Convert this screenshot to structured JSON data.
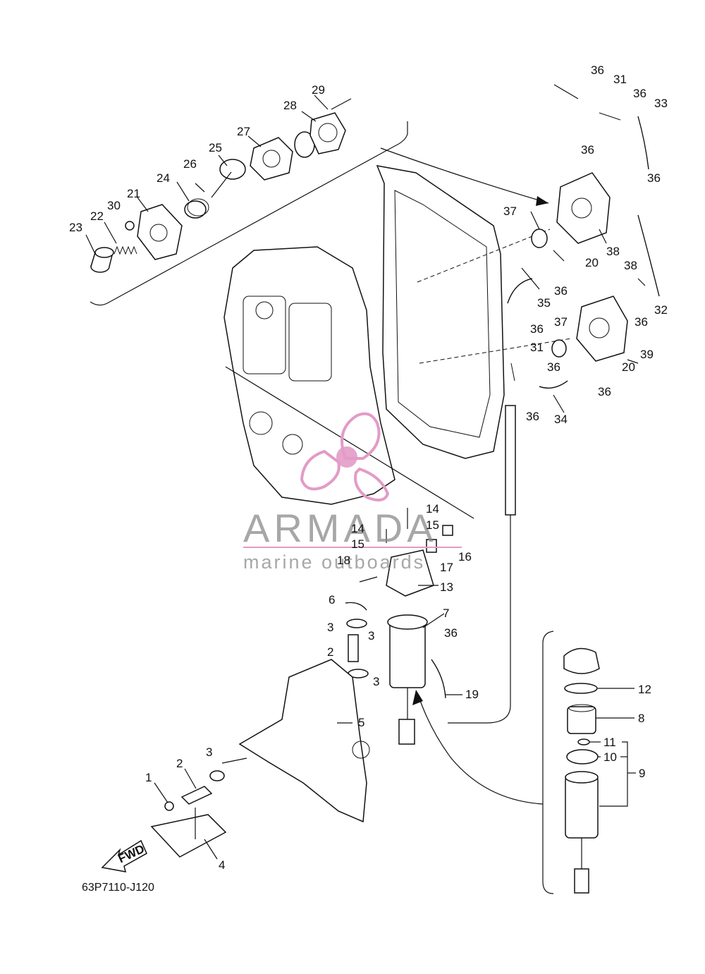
{
  "diagram": {
    "code": "63P7110-J120",
    "fwd_label": "FWD"
  },
  "watermark": {
    "brand": "ARMADA",
    "tagline": "marine outboards",
    "accent_color": "#e39bc6",
    "text_color": "#8a8a8a"
  },
  "callouts": {
    "c1": "1",
    "c2a": "2",
    "c2b": "2",
    "c3a": "3",
    "c3b": "3",
    "c3c": "3",
    "c3d": "3",
    "c4": "4",
    "c5": "5",
    "c6": "6",
    "c7": "7",
    "c8": "8",
    "c9": "9",
    "c10": "10",
    "c11": "11",
    "c12": "12",
    "c13": "13",
    "c14a": "14",
    "c14b": "14",
    "c15a": "15",
    "c15b": "15",
    "c16": "16",
    "c17": "17",
    "c18": "18",
    "c19": "19",
    "c20a": "20",
    "c20b": "20",
    "c21": "21",
    "c22": "22",
    "c23": "23",
    "c24": "24",
    "c25": "25",
    "c26": "26",
    "c27": "27",
    "c28": "28",
    "c29": "29",
    "c30": "30",
    "c31a": "31",
    "c31b": "31",
    "c32": "32",
    "c33": "33",
    "c34": "34",
    "c35": "35",
    "c36a": "36",
    "c36b": "36",
    "c36c": "36",
    "c36d": "36",
    "c36e": "36",
    "c36f": "36",
    "c36g": "36",
    "c36h": "36",
    "c36i": "36",
    "c36j": "36",
    "c36k": "36",
    "c37a": "37",
    "c37b": "37",
    "c38a": "38",
    "c38b": "38",
    "c39": "39"
  }
}
